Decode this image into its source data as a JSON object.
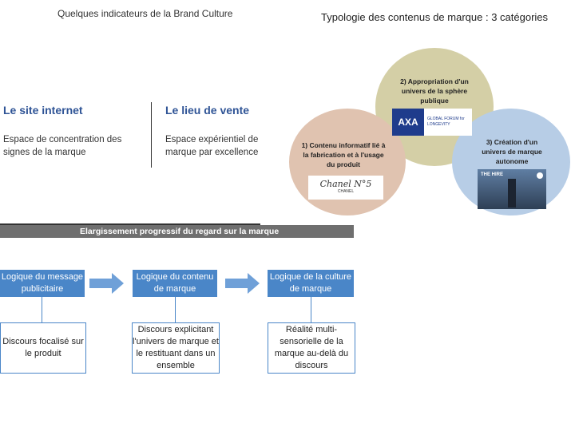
{
  "left_panel": {
    "title": "Quelques indicateurs de la Brand Culture",
    "col1": {
      "heading": "Le site internet",
      "desc": "Espace de concentration des signes de la marque"
    },
    "col2": {
      "heading": "Le lieu de vente",
      "desc": "Espace expérientiel de marque par excellence"
    }
  },
  "band": {
    "label": "Elargissement progressif du regard sur la marque"
  },
  "flow": [
    {
      "box": "Logique du message publicitaire",
      "detail": "Discours focalisé sur le produit"
    },
    {
      "box": "Logique du contenu de marque",
      "detail": "Discours explicitant l'univers de marque et le restituant dans un ensemble"
    },
    {
      "box": "Logique de la culture de marque",
      "detail": "Réalité multi-sensorielle de la marque au-delà du discours"
    }
  ],
  "right_panel": {
    "title": "Typologie des contenus de marque : 3 catégories",
    "circles": [
      {
        "label": "1) Contenu informatif lié à la fabrication et à l'usage du produit",
        "color": "#e0c3b0"
      },
      {
        "label": "2) Appropriation d'un univers de la sphère publique",
        "color": "#d4cfa6"
      },
      {
        "label": "3) Création d'un univers de marque autonome",
        "color": "#b7cde6"
      }
    ],
    "logos": {
      "axa": "AXA",
      "forum": "GLOBAL FORUM for LONGEVITY",
      "chanel": "Chanel N°5",
      "chanel_sub": "CHANEL",
      "bmw": "THE HIRE"
    }
  },
  "colors": {
    "flow_blue": "#4a86c8",
    "band_gray": "#6f6f6f",
    "heading_blue": "#2f5496"
  }
}
